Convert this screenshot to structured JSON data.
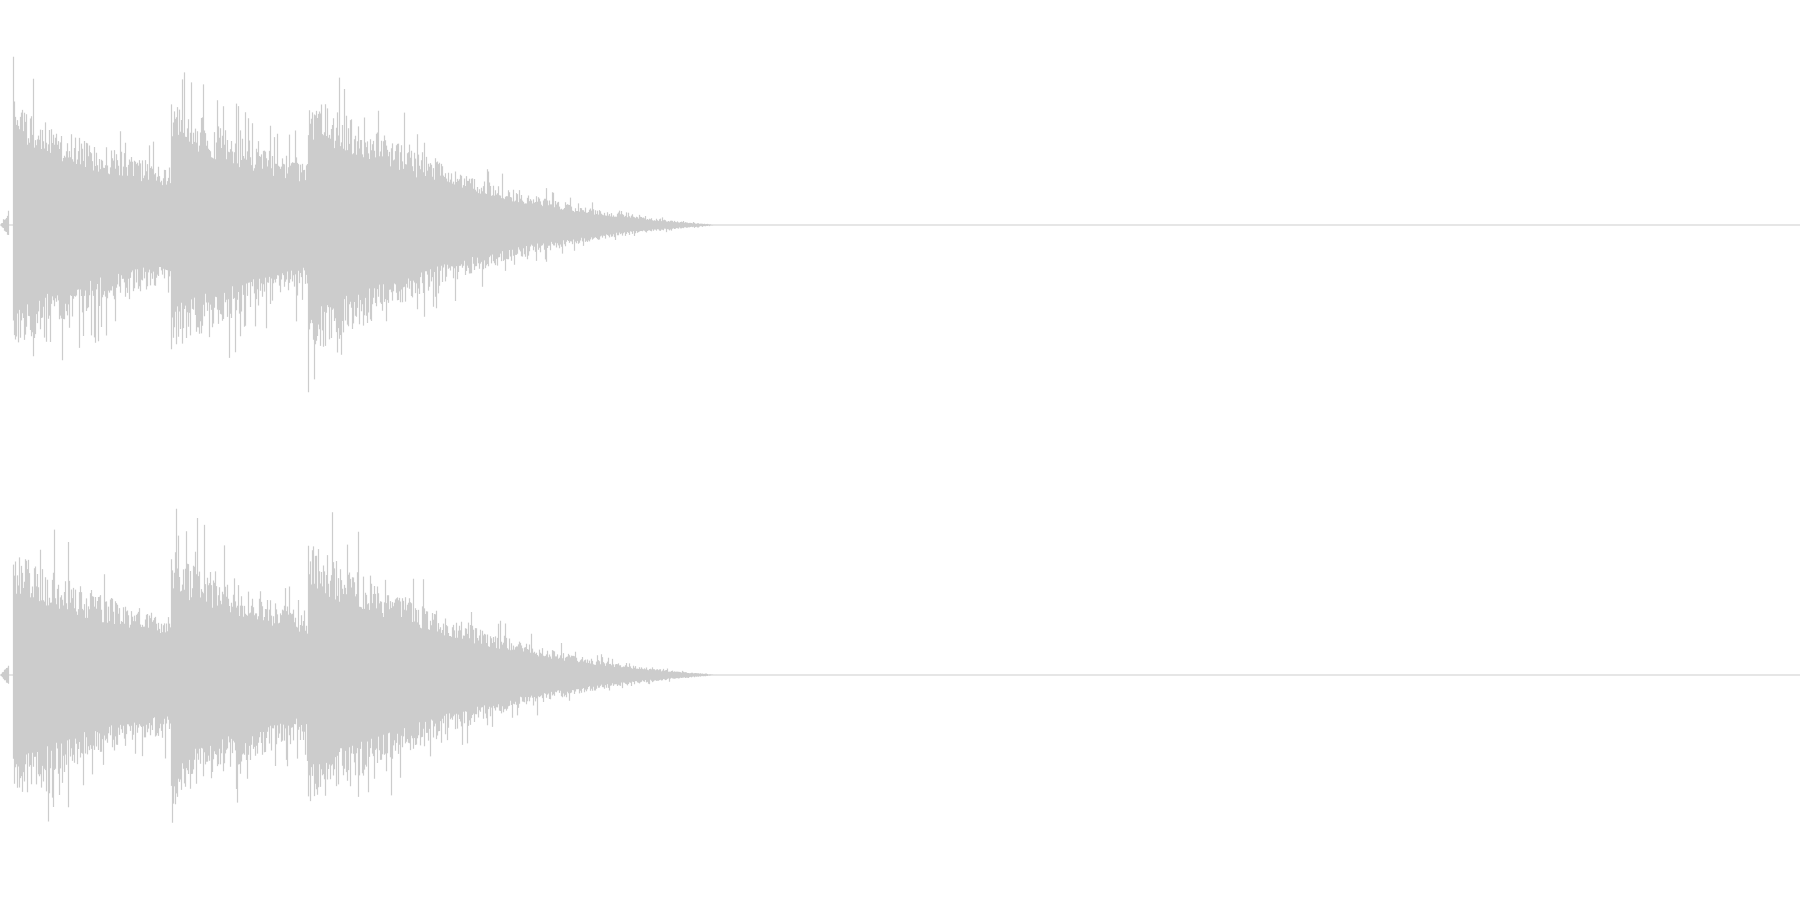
{
  "waveform": {
    "channels": [
      {
        "id": "left",
        "peak_amplitude": 1.0
      },
      {
        "id": "right",
        "peak_amplitude": 1.0
      }
    ],
    "onsets": [
      0.007,
      0.095,
      0.171
    ],
    "active_fraction": 0.4,
    "wave_color": "#cccccc",
    "background_color": "#ffffff"
  }
}
